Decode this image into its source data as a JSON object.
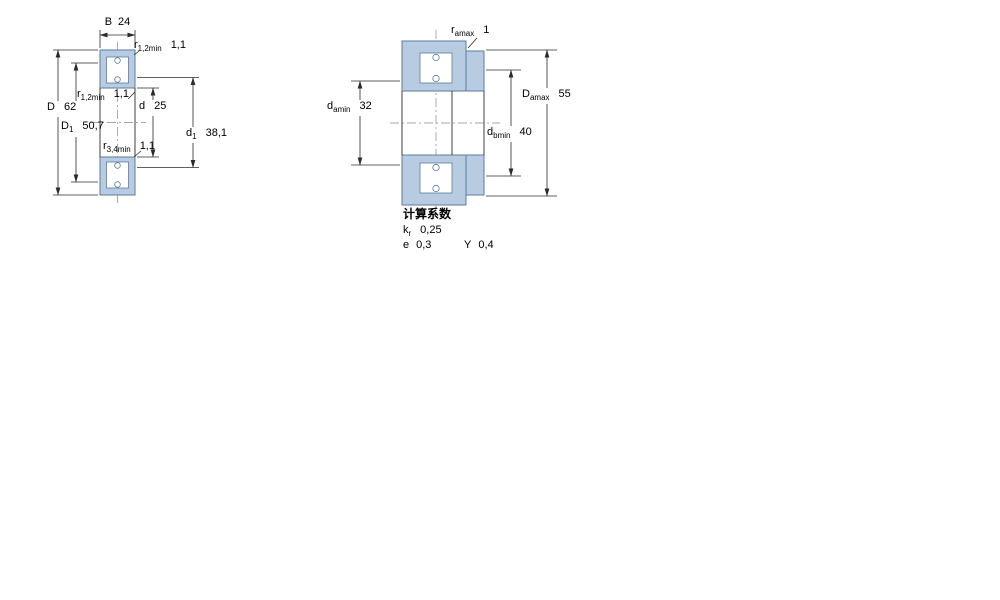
{
  "figure": {
    "left": {
      "labels": {
        "B": {
          "sym": "B",
          "sub": "",
          "value": "24"
        },
        "r12a": {
          "sym": "r",
          "sub": "1,2min",
          "value": "1,1"
        },
        "r12b": {
          "sym": "r",
          "sub": "1,2min",
          "value": "1,1"
        },
        "d": {
          "sym": "d",
          "sub": "",
          "value": "25"
        },
        "D": {
          "sym": "D",
          "sub": "",
          "value": "62"
        },
        "D1": {
          "sym": "D",
          "sub": "1",
          "value": "50,7"
        },
        "r34": {
          "sym": "r",
          "sub": "3,4min",
          "value": "1,1"
        },
        "d1": {
          "sym": "d",
          "sub": "1",
          "value": "38,1"
        }
      }
    },
    "right": {
      "labels": {
        "ra": {
          "sym": "r",
          "sub": "amax",
          "value": "1"
        },
        "da": {
          "sym": "d",
          "sub": "amin",
          "value": "32"
        },
        "Da": {
          "sym": "D",
          "sub": "amax",
          "value": "55"
        },
        "db": {
          "sym": "d",
          "sub": "bmin",
          "value": "40"
        }
      }
    },
    "calc": {
      "heading": "计算系数",
      "kr": {
        "sym": "k",
        "sub": "r",
        "value": "0,25"
      },
      "e": {
        "sym": "e",
        "sub": "",
        "value": "0,3"
      },
      "Y": {
        "sym": "Y",
        "sub": "",
        "value": "0,4"
      }
    },
    "colors": {
      "section_fill": "#b8cce1",
      "section_stroke": "#5b7ba3",
      "line": "#2b2b2b"
    }
  }
}
